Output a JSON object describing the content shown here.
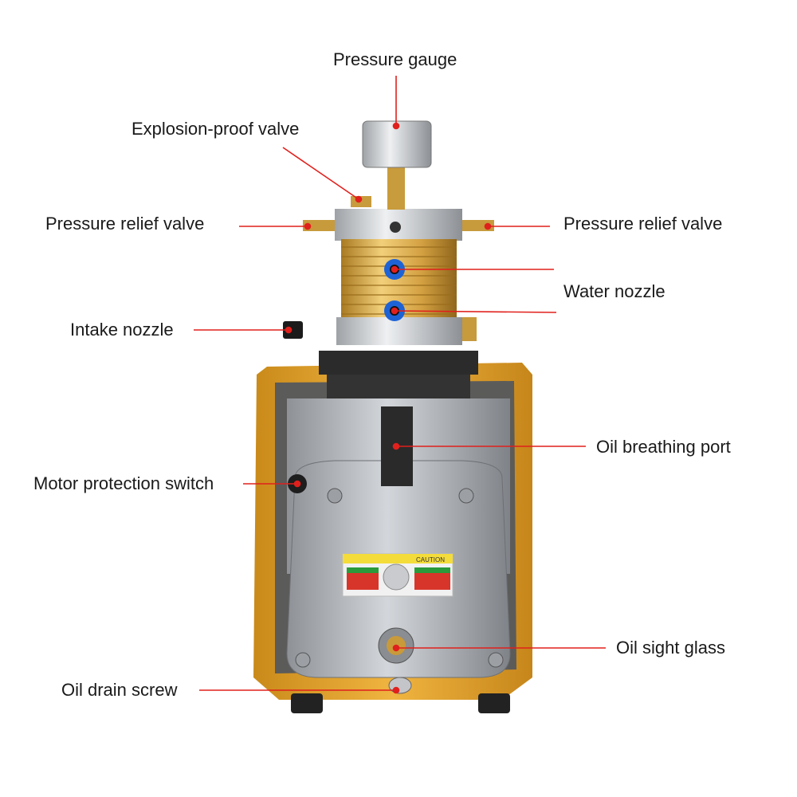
{
  "colors": {
    "leader": "#e0201c",
    "frame": "#e3a52a",
    "gold": "#d9a640",
    "silver": "#b9bcc0",
    "blue": "#1e63d6"
  },
  "labels": {
    "pressure_gauge": "Pressure gauge",
    "explosion_proof_valve": "Explosion-proof valve",
    "pressure_relief_valve_left": "Pressure relief valve",
    "pressure_relief_valve_right": "Pressure relief valve",
    "water_nozzle": "Water nozzle",
    "intake_nozzle": "Intake nozzle",
    "oil_breathing_port": "Oil breathing port",
    "motor_protection_switch": "Motor protection switch",
    "oil_sight_glass": "Oil sight glass",
    "oil_drain_screw": "Oil drain screw"
  },
  "caution_sticker": {
    "title": "CAUTION"
  }
}
